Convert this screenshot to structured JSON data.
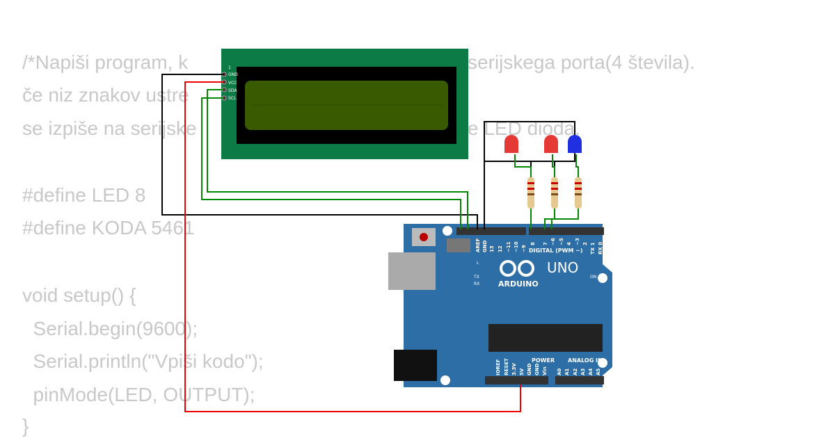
{
  "code": {
    "line1_left": "/*Napiši program, k",
    "line1_right": "serijskega porta(4 števila).",
    "line2": "če niz znakov ustre",
    "line3_left": "se izpiše na serijske",
    "line3_right": "e LED dioda.",
    "line5": "#define LED 8",
    "line6": "#define KODA 5461",
    "line8": "void setup() {",
    "line9": "  Serial.begin(9600);",
    "line10": "  Serial.println(\"Vpiši kodo\");",
    "line11": "  pinMode(LED, OUTPUT);",
    "line12": "}"
  },
  "lcd": {
    "pins": [
      "1",
      "GND",
      "VCC",
      "SDA",
      "SCL"
    ]
  },
  "arduino": {
    "brand": "ARDUINO",
    "model": "UNO",
    "digital_label": "DIGITAL (PWM ~)",
    "power_label": "POWER",
    "analog_label": "ANALOG IN",
    "top_pins": [
      "AREF",
      "GND",
      "13",
      "12",
      "~11",
      "~10",
      "~9",
      "8",
      "7",
      "~6",
      "~5",
      "4",
      "~3",
      "2",
      "TX 1",
      "RX 0"
    ],
    "bottom_pins": [
      "IOREF",
      "RESET",
      "3.3V",
      "5V",
      "GND",
      "GND",
      "Vin",
      "A0",
      "A1",
      "A2",
      "A3",
      "A4",
      "A5"
    ],
    "leds": [
      "L",
      "TX",
      "RX",
      "ON"
    ]
  },
  "colors": {
    "board": "#2e6ea6",
    "lcd_pcb": "#0c7b45",
    "lcd_screen": "#3a5a00",
    "led_red": "#e53935",
    "led_blue": "#2030e0"
  }
}
